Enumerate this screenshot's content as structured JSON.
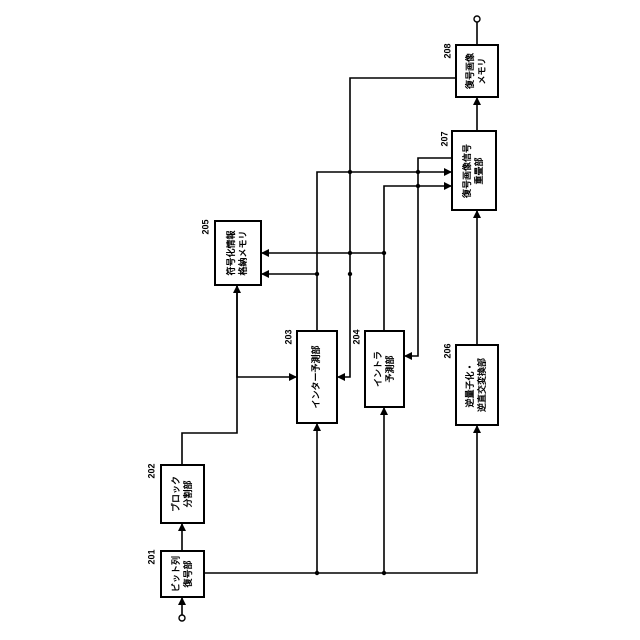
{
  "blocks": {
    "b201": {
      "ref": "201",
      "label": "ビット列\n復号部"
    },
    "b202": {
      "ref": "202",
      "label": "ブロック\n分割部"
    },
    "b203": {
      "ref": "203",
      "label": "インター予測部"
    },
    "b204": {
      "ref": "204",
      "label": "イントラ\n予測部"
    },
    "b205": {
      "ref": "205",
      "label": "符号化情報\n格納メモリ"
    },
    "b206": {
      "ref": "206",
      "label": "逆量子化・\n逆直交変換部"
    },
    "b207": {
      "ref": "207",
      "label": "復号画像信号\n重畳部"
    },
    "b208": {
      "ref": "208",
      "label": "復号画像\nメモリ"
    }
  }
}
